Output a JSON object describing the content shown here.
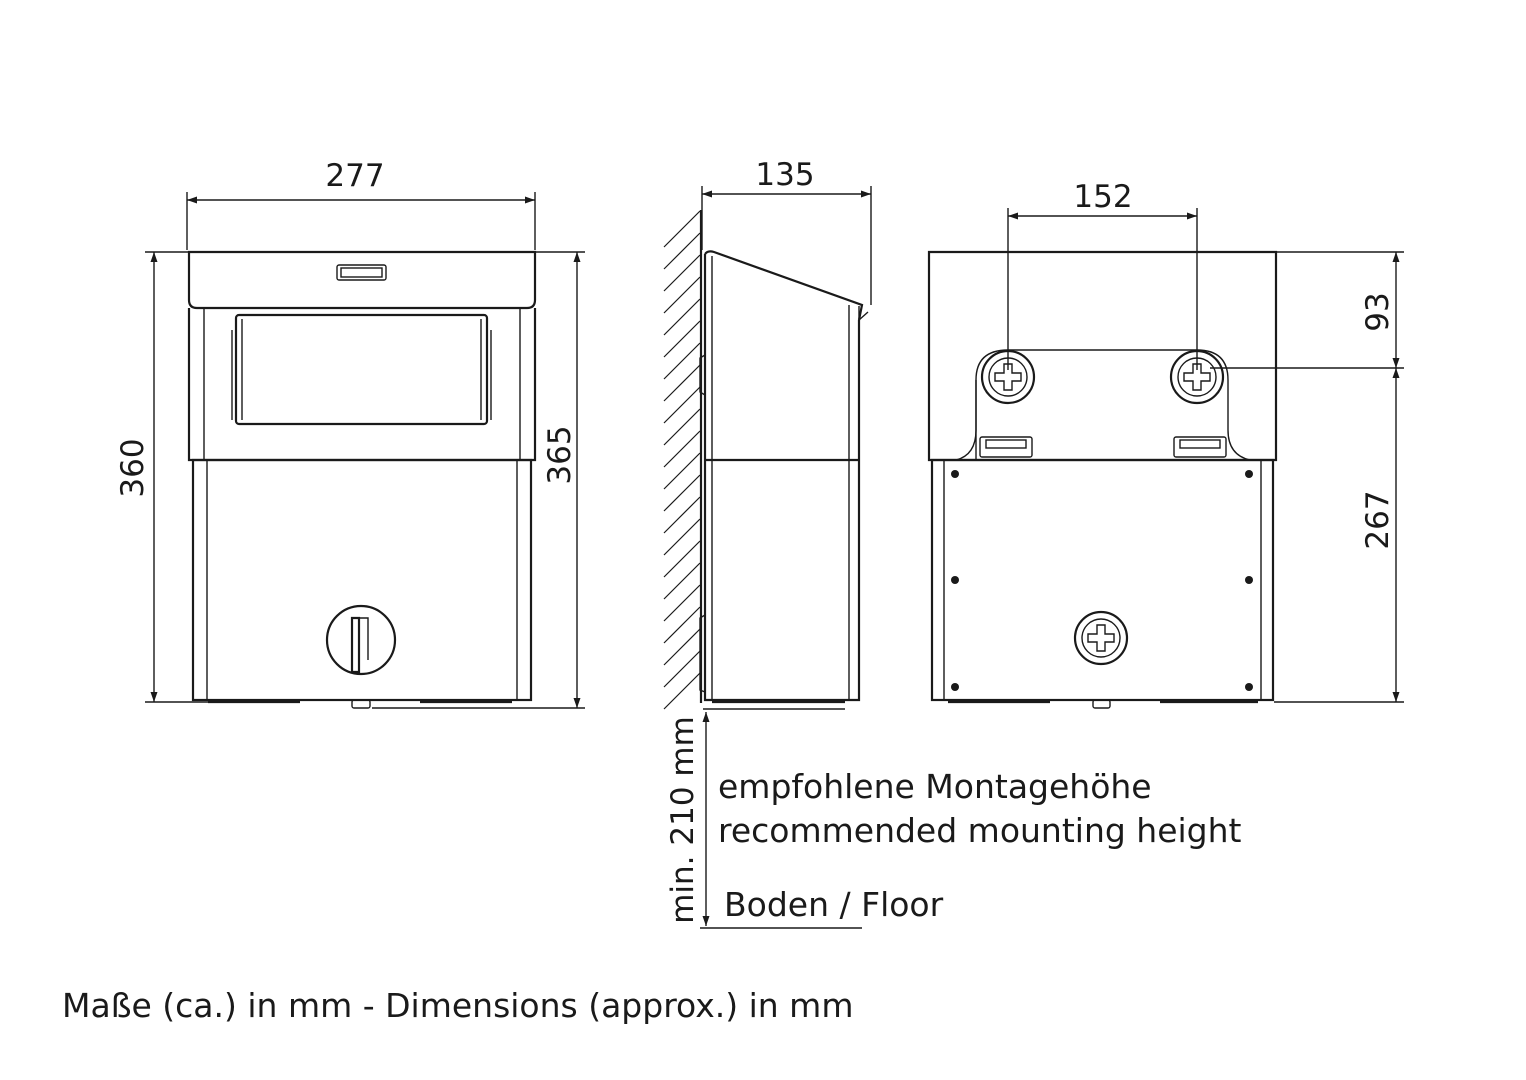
{
  "dimensions": {
    "front_width": "277",
    "front_height": "360",
    "front_height_total": "365",
    "side_depth": "135",
    "back_hole_spacing": "152",
    "back_top_to_holes": "93",
    "back_holes_to_bottom": "267",
    "min_height": "min. 210 mm"
  },
  "notes": {
    "mounting_de": "empfohlene Montagehöhe",
    "mounting_en": "recommended mounting height",
    "floor": "Boden / Floor"
  },
  "caption": "Maße (ca.) in mm - Dimensions (approx.) in mm"
}
